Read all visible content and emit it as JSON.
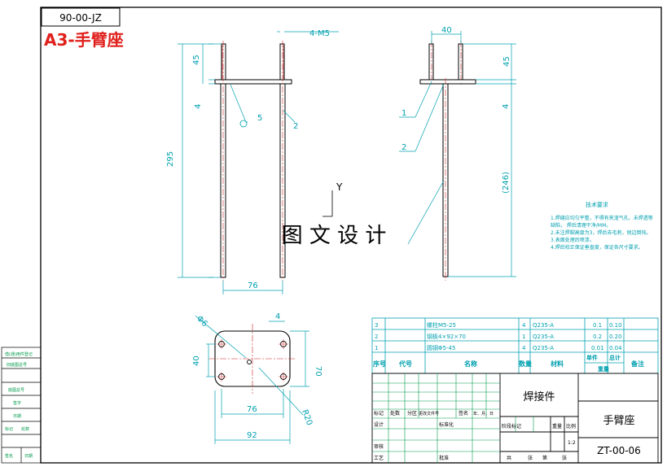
{
  "header": {
    "drawing_code": "90-00-JZ",
    "sheet_title": "A3-手臂座"
  },
  "watermark": "图 文 设 计",
  "axis_mark": "Y",
  "front_view": {
    "thread_label": "4-M5",
    "dim_45": "45",
    "dim_4": "4",
    "dim_295": "295",
    "dim_76": "76",
    "balloon_5": "5",
    "balloon_2": "2"
  },
  "side_view": {
    "dim_40": "40",
    "dim_45": "45",
    "dim_4": "4",
    "dim_246": "(246)",
    "balloon_1": "1",
    "balloon_2": "2"
  },
  "top_view": {
    "dim_phi6": "Φ6",
    "dim_4": "4",
    "dim_40": "40",
    "dim_70": "70",
    "dim_76": "76",
    "dim_92": "92",
    "dim_r20": "R20"
  },
  "tech_notes": {
    "title": "技术要求",
    "lines": [
      "1.焊缝应均匀平整，不得有夹渣气孔、未焊透等",
      "缺陷，  焊后清理干净/MM。",
      "2.未注焊脚高度为3，焊后去毛刺，锐边倒钝。",
      "3.表面处理后喷漆。",
      "4.焊后校正保证垂直度，保证各尺寸要求。"
    ]
  },
  "bom": {
    "rows": [
      {
        "seq": "3",
        "code": "",
        "name": "螺柱M5-25",
        "qty": "4",
        "material": "Q235-A",
        "unit": "0.1",
        "total": "0.10"
      },
      {
        "seq": "2",
        "code": "",
        "name": "钢板4×92×70",
        "qty": "1",
        "material": "Q235-A",
        "unit": "0.2",
        "total": "0.20"
      },
      {
        "seq": "1",
        "code": "",
        "name": "圆钢Φ5-45",
        "qty": "4",
        "material": "Q235-A",
        "unit": "0.01",
        "total": "0.04"
      }
    ],
    "headers": {
      "seq": "序号",
      "code": "代号",
      "name": "名称",
      "qty": "数量",
      "material": "材料",
      "single": "单件",
      "total": "总计",
      "weight": "重量",
      "remark": "备注"
    }
  },
  "title_block": {
    "assembly_type": "焊接件",
    "part_name": "手臂座",
    "part_code": "ZT-00-06",
    "scale": "1:2",
    "rev_headers": [
      "标记",
      "处数",
      "分区",
      "更改文件号",
      "签名",
      "年、月、日"
    ],
    "designer": "设计",
    "standardize": "标准化",
    "review": "审核",
    "process": "工艺",
    "approve": "批准",
    "stage_mark": "阶段标记",
    "weight": "重量",
    "ratio": "比例",
    "sheets_total": "共",
    "sheets_of": "张",
    "sheet_no": "第",
    "sheet_unit": "张"
  },
  "left_strip": {
    "items": [
      "借(通)用件登记",
      "旧底图总号",
      "底图总号",
      "签字",
      "日期",
      "标记",
      "处数",
      "签名",
      "日期"
    ]
  }
}
